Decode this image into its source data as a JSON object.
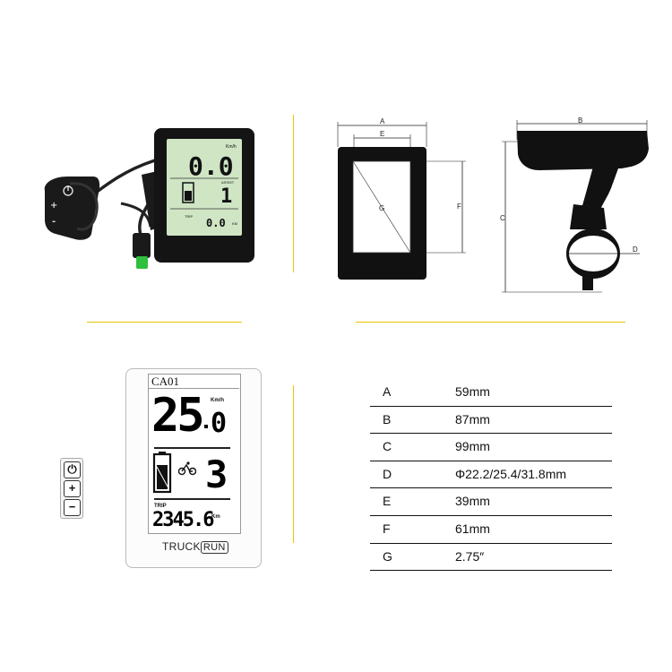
{
  "photo": {
    "speed": "0.0",
    "speed_unit": "Km/h",
    "trip_label": "TRIP",
    "odo_value": "0.0",
    "odo_unit": "KM",
    "assist_label": "ASSIST",
    "assist_level": "1"
  },
  "drawing_labels": {
    "front": {
      "a": "A",
      "e": "E",
      "g": "G",
      "f": "F"
    },
    "side": {
      "b": "B",
      "c": "C",
      "d": "D"
    }
  },
  "display": {
    "model": "CA01",
    "speed_int": "25",
    "speed_dec": "0",
    "speed_unit": "Km/h",
    "assist_level": "3",
    "trip_label": "TRIP",
    "trip_value": "2345.6",
    "trip_unit": "Km",
    "brand_left": "TRUCK",
    "brand_right": "RUN"
  },
  "buttons": {
    "power": "⏻",
    "plus": "+",
    "minus": "−"
  },
  "dimensions": [
    {
      "key": "A",
      "value": "59mm"
    },
    {
      "key": "B",
      "value": "87mm"
    },
    {
      "key": "C",
      "value": "99mm"
    },
    {
      "key": "D",
      "value": "Φ22.2/25.4/31.8mm"
    },
    {
      "key": "E",
      "value": "39mm"
    },
    {
      "key": "F",
      "value": "61mm"
    },
    {
      "key": "G",
      "value": "2.75″"
    }
  ],
  "colors": {
    "accent_line": "#e8c400",
    "lcd_green": "#cfe5c4",
    "device_black": "#111111",
    "connector_green": "#2fbf3f"
  }
}
